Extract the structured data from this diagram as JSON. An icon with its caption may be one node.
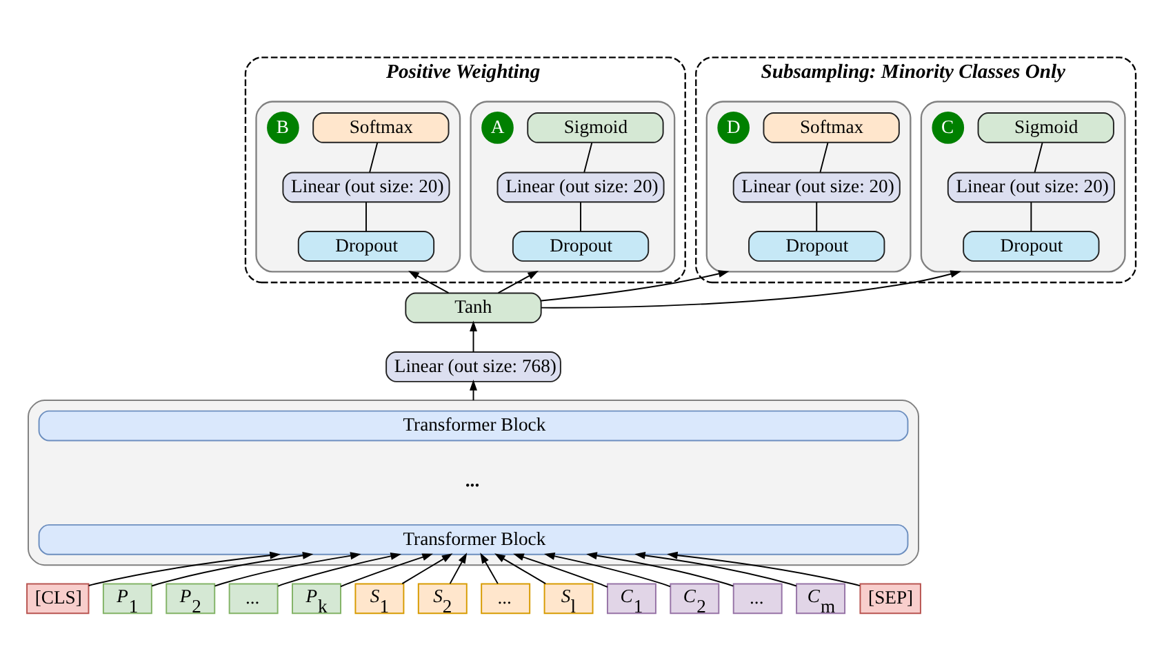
{
  "diagram": {
    "nodes": [
      {
        "text": [
          "Positive Weighting"
        ]
      },
      {
        "text": [],
        "shape": "box",
        "in": 0
      },
      {
        "text": [
          "A"
        ],
        "in": 1
      },
      {
        "text": [
          "Sigmoid"
        ],
        "in": 1
      },
      {
        "text": [
          "Linear (out size: 20)"
        ],
        "in": 1
      },
      {
        "text": [
          "Dropout"
        ],
        "in": 1
      },
      {
        "text": [],
        "shape": "box",
        "in": 0
      },
      {
        "text": [
          "B"
        ],
        "in": 6
      },
      {
        "text": [
          "Softmax"
        ],
        "in": 6
      },
      {
        "text": [
          "Linear (out size: 20)"
        ],
        "in": 6
      },
      {
        "text": [
          "Dropout"
        ],
        "in": 6
      },
      {
        "text": [
          "Subsampling: Minority Classes Only"
        ]
      },
      {
        "text": [],
        "shape": "box",
        "in": 11
      },
      {
        "text": [
          "C"
        ],
        "in": 12
      },
      {
        "text": [
          "Sigmoid"
        ],
        "in": 12
      },
      {
        "text": [
          "Linear (out size: 20)"
        ],
        "in": 12
      },
      {
        "text": [
          "Dropout"
        ],
        "in": 12
      },
      {
        "text": [],
        "shape": "box",
        "in": 11
      },
      {
        "text": [
          "D"
        ],
        "in": 17
      },
      {
        "text": [
          "Softmax"
        ],
        "in": 17
      },
      {
        "text": [
          "Linear (out size: 20)"
        ],
        "in": 17
      },
      {
        "text": [
          "Dropout"
        ],
        "in": 17
      },
      {
        "text": [
          "Tanh"
        ]
      },
      {
        "text": [
          "Linear (out size: 768)"
        ]
      },
      {
        "text": [],
        "shape": "box"
      },
      {
        "text": [
          "Transformer Block"
        ],
        "in": 24
      },
      {
        "text": [
          "Transformer Block"
        ],
        "in": 24
      },
      {
        "text": [
          "[CLS]"
        ]
      },
      {
        "text": [
          "*P*$_{1}$"
        ]
      },
      {
        "text": [
          "*P*$_{2}$"
        ]
      },
      {
        "text": [
          "..."
        ]
      },
      {
        "text": [
          "*P*$_{k}$"
        ]
      },
      {
        "text": [
          "*S*$_{1}$"
        ]
      },
      {
        "text": [
          "*S*$_{2}$"
        ]
      },
      {
        "text": [
          "..."
        ]
      },
      {
        "text": [
          "*S*$_{l}$"
        ]
      },
      {
        "text": [
          "*C*$_{1}$"
        ]
      },
      {
        "text": [
          "*C*$_{2}$"
        ]
      },
      {
        "text": [
          "..."
        ]
      },
      {
        "text": [
          "*C*$_{m}$"
        ]
      },
      {
        "text": [
          "[SEP]"
        ]
      }
    ],
    "edges": [
      {
        "from": 5,
        "to": 4,
        "arrow": "none"
      },
      {
        "from": 4,
        "to": 3,
        "arrow": "none"
      },
      {
        "from": 10,
        "to": 9,
        "arrow": "none"
      },
      {
        "from": 9,
        "to": 8,
        "arrow": "none"
      },
      {
        "from": 16,
        "to": 15,
        "arrow": "none"
      },
      {
        "from": 15,
        "to": 14,
        "arrow": "none"
      },
      {
        "from": 21,
        "to": 20,
        "arrow": "none"
      },
      {
        "from": 20,
        "to": 19,
        "arrow": "none"
      },
      {
        "from": 22,
        "to": 1,
        "arrow": "to"
      },
      {
        "from": 22,
        "to": 6,
        "arrow": "to"
      },
      {
        "from": 22,
        "to": 12,
        "arrow": "to"
      },
      {
        "from": 22,
        "to": 17,
        "arrow": "to"
      },
      {
        "from": 23,
        "to": 22,
        "arrow": "to"
      },
      {
        "from": 24,
        "to": 23,
        "arrow": "to"
      },
      {
        "from": 27,
        "to": 26,
        "arrow": "to"
      },
      {
        "from": 28,
        "to": 26,
        "arrow": "to"
      },
      {
        "from": 29,
        "to": 26,
        "arrow": "to"
      },
      {
        "from": 30,
        "to": 26,
        "arrow": "to"
      },
      {
        "from": 31,
        "to": 26,
        "arrow": "to"
      },
      {
        "from": 32,
        "to": 26,
        "arrow": "to"
      },
      {
        "from": 33,
        "to": 26,
        "arrow": "to"
      },
      {
        "from": 34,
        "to": 26,
        "arrow": "to"
      },
      {
        "from": 35,
        "to": 26,
        "arrow": "to"
      },
      {
        "from": 36,
        "to": 26,
        "arrow": "to"
      },
      {
        "from": 37,
        "to": 26,
        "arrow": "to"
      },
      {
        "from": 38,
        "to": 26,
        "arrow": "to"
      },
      {
        "from": 39,
        "to": 26,
        "arrow": "to"
      },
      {
        "from": 40,
        "to": 26,
        "arrow": "to"
      }
    ],
    "labels": [
      "..."
    ]
  }
}
